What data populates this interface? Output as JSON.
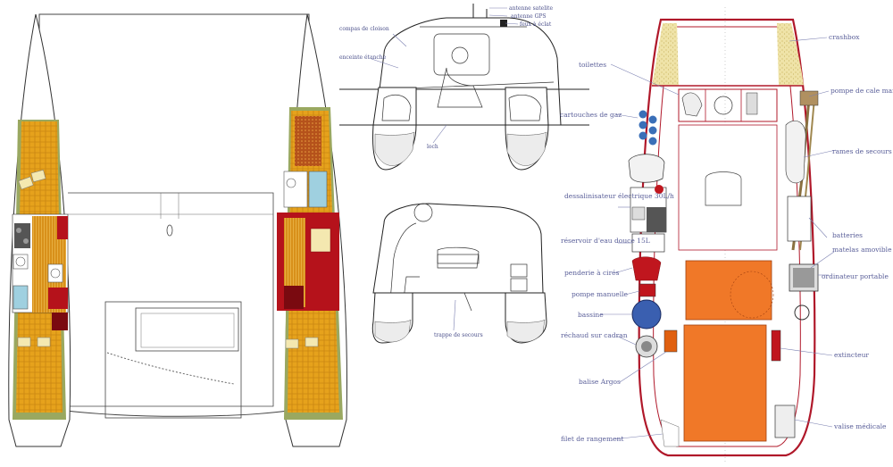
{
  "colors": {
    "wood": "#e6a21c",
    "wood_dark": "#c98612",
    "cushion_red": "#b5121b",
    "hull_green": "#9aa860",
    "orange_bed": "#f07828",
    "hull_outline": "#b0182a",
    "sand": "#e8d78a",
    "label": "#5a5f99"
  },
  "section_labels": {
    "top": [
      "antenne satelite",
      "antenne GPS",
      "feux à éclat",
      "compas de cloison",
      "enceinte étanche",
      "loch"
    ],
    "bottom": [
      "trappe de secours"
    ]
  },
  "plan_labels": {
    "left": [
      "toilettes",
      "cartouches de gaz",
      "dessalinisateur électrique 30L/h",
      "réservoir d'eau douce 15L",
      "penderie à cirés",
      "pompe manuelle",
      "bassine",
      "réchaud sur cadran",
      "balise Argos",
      "filet de rangement"
    ],
    "right": [
      "crashbox",
      "pompe de cale manuelle",
      "rames de secours",
      "batteries",
      "matelas amovible",
      "ordinateur portable",
      "extincteur",
      "valise médicale"
    ]
  }
}
